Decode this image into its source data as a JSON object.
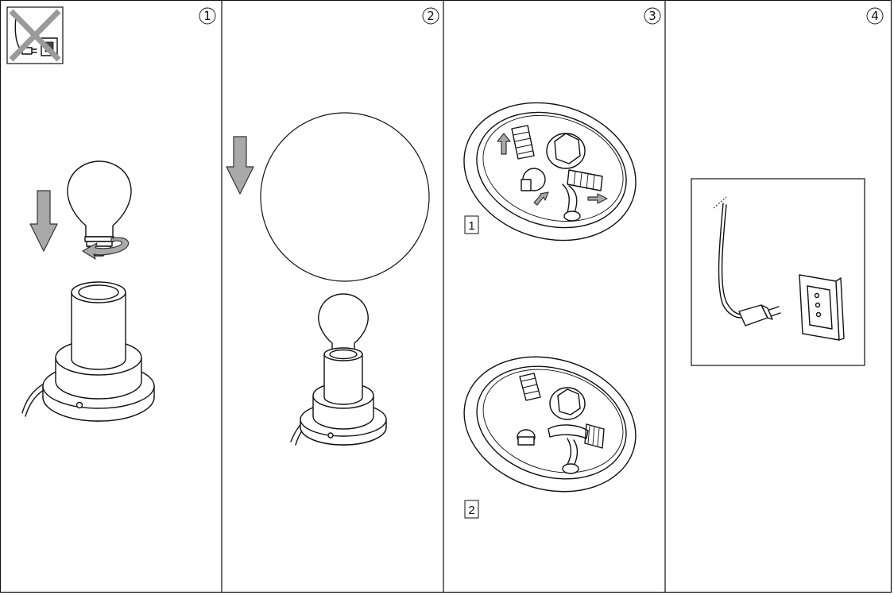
{
  "steps": [
    {
      "number": "1"
    },
    {
      "number": "2"
    },
    {
      "number": "3",
      "sub_steps": [
        "1",
        "2"
      ]
    },
    {
      "number": "4"
    }
  ],
  "icons": {
    "warning": "unplug-before-service-icon",
    "arrow": "down-arrow-icon",
    "bulb": "light-bulb-icon",
    "base": "lamp-base-icon",
    "globe": "glass-globe-icon",
    "underside": "lamp-underside-icon",
    "plug": "plug-and-socket-icon"
  },
  "colors": {
    "line": "#111111",
    "arrow_fill": "#a9a9a9",
    "background": "#ffffff"
  }
}
